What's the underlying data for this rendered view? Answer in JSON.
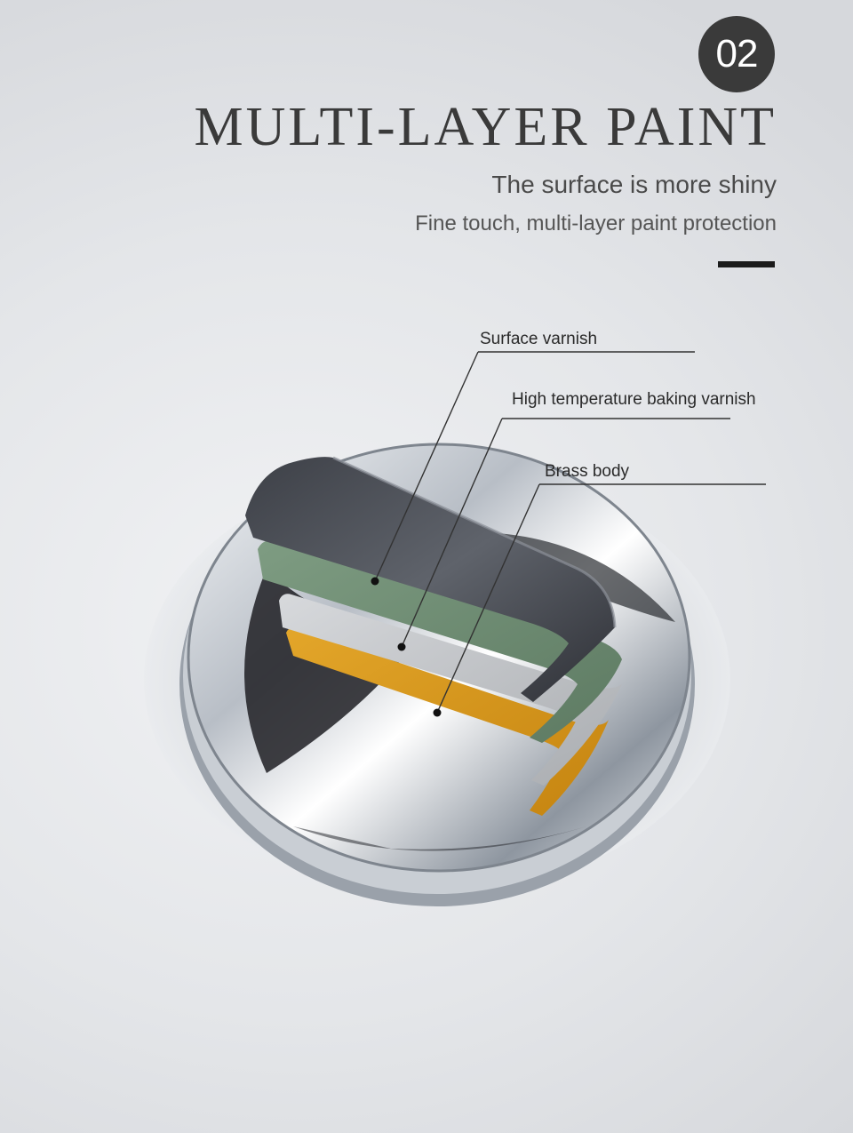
{
  "badge": "02",
  "title": "MULTI-LAYER PAINT",
  "subtitle": "The surface is more shiny",
  "tagline": "Fine touch, multi-layer paint protection",
  "callouts": [
    {
      "label": "Surface varnish",
      "layer": "dark-gray"
    },
    {
      "label": "High temperature baking varnish",
      "layer": "green"
    },
    {
      "label": "Brass body",
      "layer": "gold"
    }
  ],
  "colors": {
    "badge": "#3a3a3a",
    "surface_varnish": "#4b4e55",
    "baking_varnish": "#6d8d72",
    "primer_layer": "#bfc1c4",
    "brass_body": "#d89a1c",
    "chrome": "#d9dde2"
  }
}
